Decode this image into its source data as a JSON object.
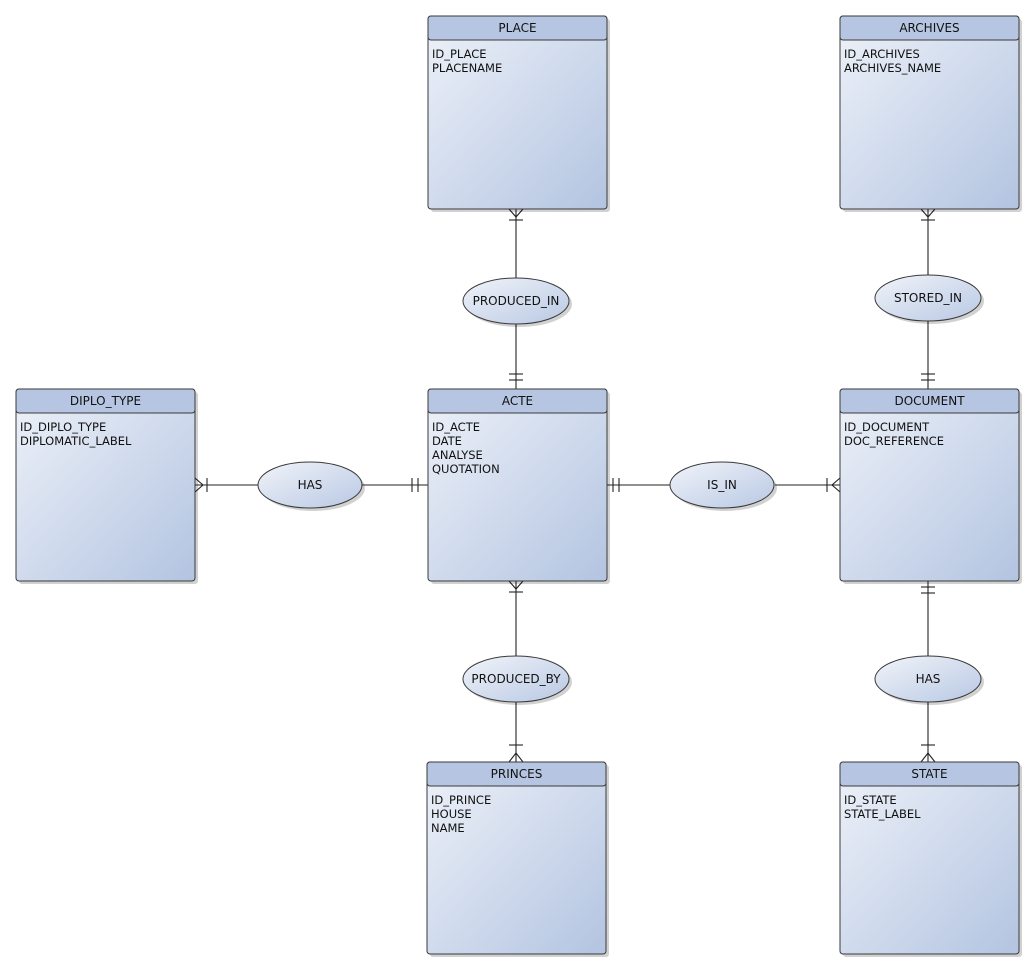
{
  "entities": {
    "place": {
      "title": "PLACE",
      "attributes": [
        "ID_PLACE",
        "PLACENAME"
      ]
    },
    "archives": {
      "title": "ARCHIVES",
      "attributes": [
        "ID_ARCHIVES",
        "ARCHIVES_NAME"
      ]
    },
    "diplo_type": {
      "title": "DIPLO_TYPE",
      "attributes": [
        "ID_DIPLO_TYPE",
        "DIPLOMATIC_LABEL"
      ]
    },
    "acte": {
      "title": "ACTE",
      "attributes": [
        "ID_ACTE",
        "DATE",
        "ANALYSE",
        "QUOTATION"
      ]
    },
    "document": {
      "title": "DOCUMENT",
      "attributes": [
        "ID_DOCUMENT",
        "DOC_REFERENCE"
      ]
    },
    "princes": {
      "title": "PRINCES",
      "attributes": [
        "ID_PRINCE",
        "HOUSE",
        "NAME"
      ]
    },
    "state": {
      "title": "STATE",
      "attributes": [
        "ID_STATE",
        "STATE_LABEL"
      ]
    }
  },
  "relationships": {
    "produced_in": {
      "label": "PRODUCED_IN"
    },
    "stored_in": {
      "label": "STORED_IN"
    },
    "has_diplo": {
      "label": "HAS"
    },
    "is_in": {
      "label": "IS_IN"
    },
    "produced_by": {
      "label": "PRODUCED_BY"
    },
    "has_state": {
      "label": "HAS"
    }
  },
  "colors": {
    "header": "#b6c6e2",
    "body_light": "#eef2f9",
    "body_dark": "#b3c4e1",
    "outline": "#3a3a3a"
  }
}
